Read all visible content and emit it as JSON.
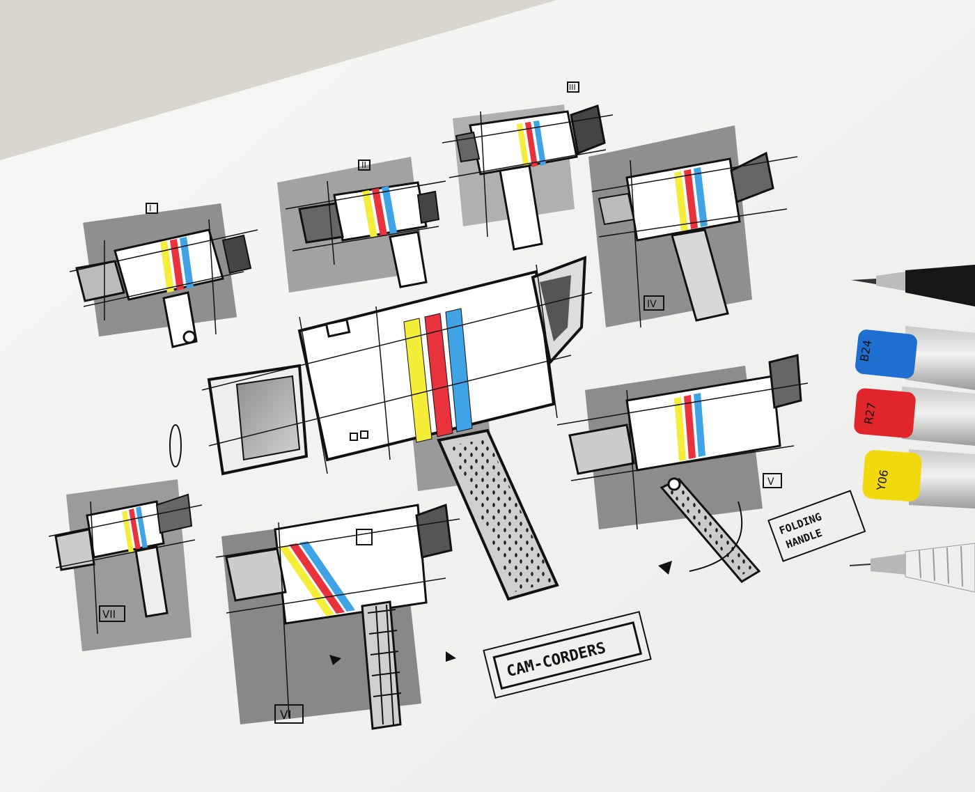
{
  "title_box": {
    "text": "CAM-CORDERS"
  },
  "note_box": {
    "line1": "FOLDING",
    "line2": "HANDLE"
  },
  "sketch_labels": {
    "i": "I",
    "ii": "II",
    "iii": "III",
    "iv": "IV",
    "v": "V",
    "vi": "VI",
    "vii": "VII"
  },
  "markers": [
    {
      "code": "B24",
      "cap_color": "#1f6fd1"
    },
    {
      "code": "R27",
      "cap_color": "#e0262b"
    },
    {
      "code": "Y06",
      "cap_color": "#f2d90d"
    }
  ],
  "stripe_colors": {
    "yellow": "#f4ee3a",
    "red": "#e8323e",
    "blue": "#3fa3e6"
  },
  "colors": {
    "paper": "#f4f4f2",
    "table": "#d9d6cd",
    "ink": "#111111",
    "shadow": "#a9a9a9"
  }
}
